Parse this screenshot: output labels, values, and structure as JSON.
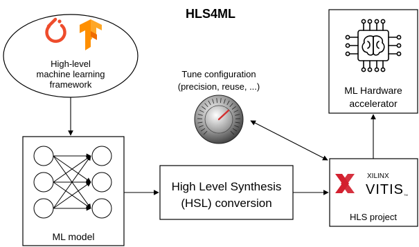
{
  "title": "HLS4ML",
  "framework": {
    "line1": "High-level",
    "line2": "machine learning",
    "line3": "framework",
    "icons": [
      "pytorch-icon",
      "tensorflow-icon"
    ]
  },
  "tune": {
    "line1": "Tune configuration",
    "line2": "(precision, reuse, ...)",
    "icon": "tuning-knob-icon"
  },
  "accelerator": {
    "line1": "ML Hardware",
    "line2": "accelerator",
    "icon": "brain-chip-icon"
  },
  "ml_model": {
    "label": "ML model",
    "icon": "neural-network-icon"
  },
  "hls": {
    "line1": "High Level Synthesis",
    "line2": "(HSL) conversion"
  },
  "hls_project": {
    "label": "HLS project",
    "logo_brand": "XILINX",
    "logo_product": "VITIS",
    "logo_mark": "TM"
  },
  "colors": {
    "pytorch": "#ee4c2c",
    "tensorflow": "#ff8f00",
    "xilinx_red": "#d3202f",
    "line": "#000000"
  }
}
